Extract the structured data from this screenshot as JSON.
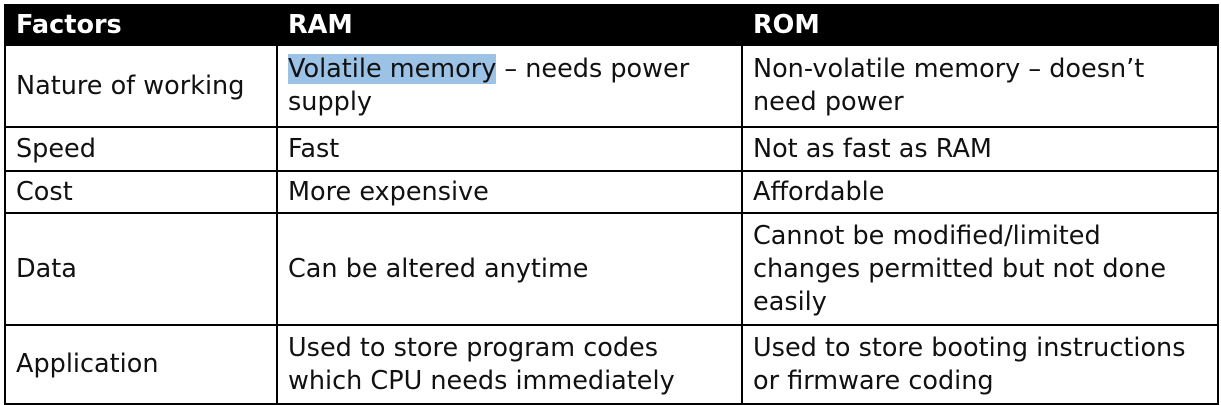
{
  "table": {
    "headers": [
      "Factors",
      "RAM",
      "ROM"
    ],
    "rows": [
      {
        "factor": "Nature of working",
        "ram_highlight": "Volatile memory",
        "ram_rest": " – needs power supply",
        "rom": "Non-volatile memory – doesn’t need power"
      },
      {
        "factor": "Speed",
        "ram": "Fast",
        "rom": "Not as fast as RAM"
      },
      {
        "factor": "Cost",
        "ram": "More expensive",
        "rom": "Affordable"
      },
      {
        "factor": "Data",
        "ram": "Can be altered anytime",
        "rom": "Cannot be modified/limited changes permitted but not done easily"
      },
      {
        "factor": "Application",
        "ram": "Used to store program codes which CPU needs immediately",
        "rom": "Used to store booting instructions or firmware coding"
      }
    ]
  },
  "colors": {
    "header_bg": "#000000",
    "header_text": "#ffffff",
    "selection_highlight": "#9cc3e6"
  }
}
